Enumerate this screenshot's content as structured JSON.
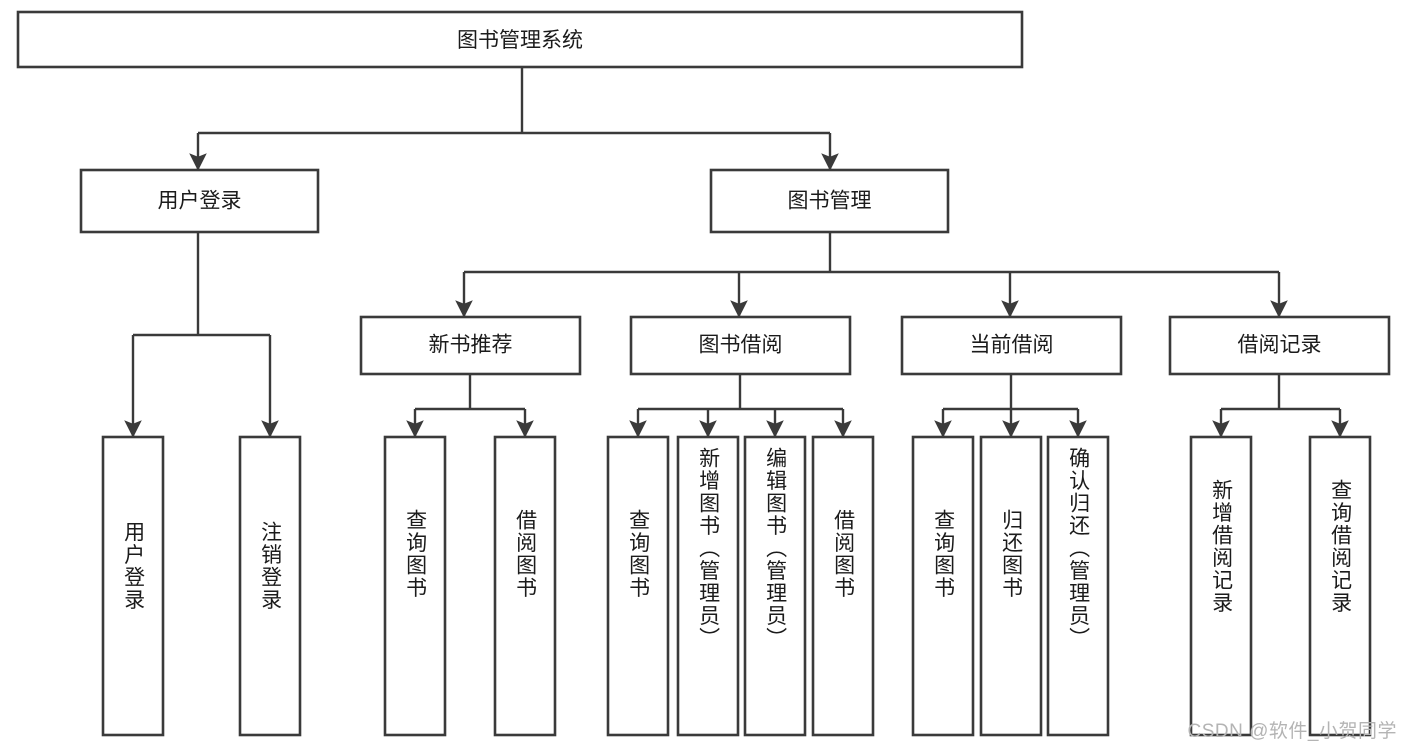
{
  "diagram": {
    "title": "图书管理系统",
    "type": "tree",
    "watermark": "CSDN @软件_小贺同学",
    "colors": {
      "box_stroke": "#3a3a3a",
      "box_fill": "#ffffff",
      "text": "#1b1b1b",
      "connector": "#3a3a3a",
      "watermark": "#b4b4b4",
      "background": "#ffffff"
    },
    "root": {
      "label": "图书管理系统"
    },
    "level2": [
      {
        "label": "用户登录"
      },
      {
        "label": "图书管理"
      }
    ],
    "level3": [
      {
        "label": "新书推荐"
      },
      {
        "label": "图书借阅"
      },
      {
        "label": "当前借阅"
      },
      {
        "label": "借阅记录"
      }
    ],
    "leaves": {
      "user_login": [
        {
          "label": "用户登录"
        },
        {
          "label": "注销登录"
        }
      ],
      "new_book": [
        {
          "label": "查询图书"
        },
        {
          "label": "借阅图书"
        }
      ],
      "book_borrow": [
        {
          "label": "查询图书"
        },
        {
          "label": "新增图书（管理员）"
        },
        {
          "label": "编辑图书（管理员）"
        },
        {
          "label": "借阅图书"
        }
      ],
      "current_borrow": [
        {
          "label": "查询图书"
        },
        {
          "label": "归还图书"
        },
        {
          "label": "确认归还（管理员）"
        }
      ],
      "borrow_record": [
        {
          "label": "新增借阅记录"
        },
        {
          "label": "查询借阅记录"
        }
      ]
    }
  }
}
